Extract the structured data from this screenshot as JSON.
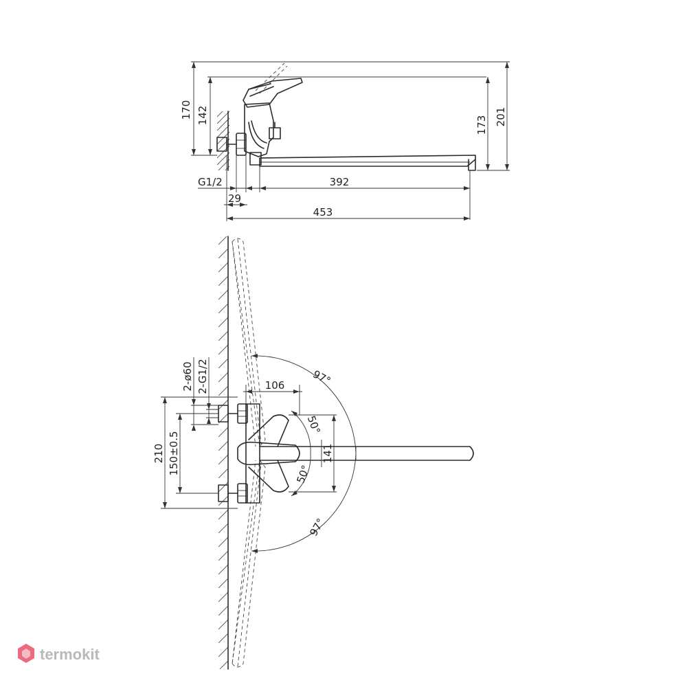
{
  "side_view": {
    "dimensions": {
      "height_total": "170",
      "height_inlet": "142",
      "height_spout": "173",
      "height_max": "201",
      "thread": "G1/2",
      "spout_reach": "392",
      "offset": "29",
      "total_length": "453"
    }
  },
  "top_view": {
    "dimensions": {
      "inlet_diameter": "2-ø60",
      "inlet_thread": "2-G1/2",
      "body_depth": "106",
      "body_height": "210",
      "center_distance": "150±0.5",
      "handle_width": "141",
      "handle_angle_up": "50°",
      "handle_angle_down": "50°",
      "spout_angle_up": "97°",
      "spout_angle_down": "97°"
    }
  },
  "watermark": {
    "brand": "termokit",
    "logo_color": "#e8526a"
  }
}
